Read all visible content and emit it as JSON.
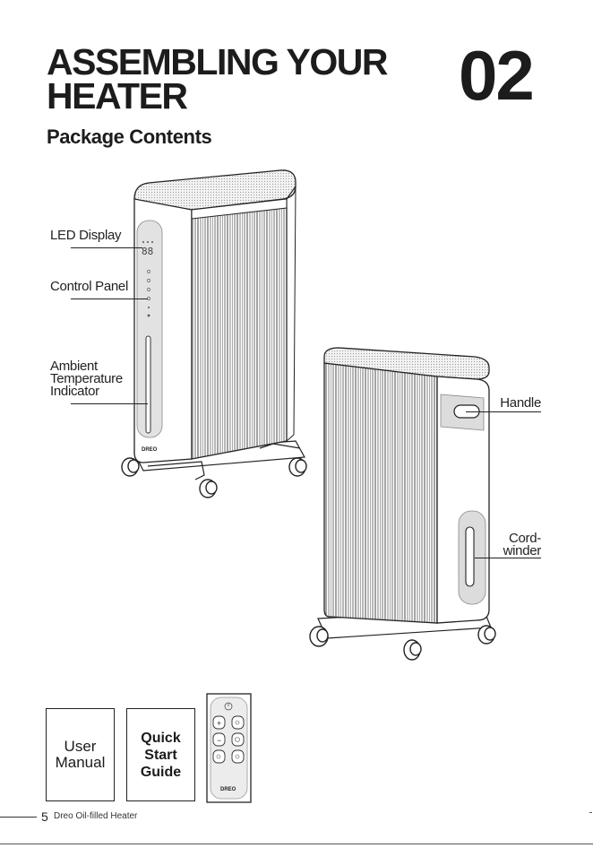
{
  "title_line1": "ASSEMBLING YOUR",
  "title_line2": "HEATER",
  "chapter_number": "02",
  "subtitle": "Package Contents",
  "callouts": {
    "led_display": "LED Display",
    "control_panel": "Control Panel",
    "ambient_line1": "Ambient",
    "ambient_line2": "Temperature",
    "ambient_line3": "Indicator",
    "handle": "Handle",
    "cord_line1": "Cord-",
    "cord_line2": "winder"
  },
  "display_digits": "88",
  "brand_logo": "DREO",
  "docs": {
    "user_manual_line1": "User",
    "user_manual_line2": "Manual",
    "quick_line1": "Quick",
    "quick_line2": "Start",
    "quick_line3": "Guide"
  },
  "footer": {
    "page_number": "5",
    "text": "Dreo Oil-filled Heater"
  }
}
